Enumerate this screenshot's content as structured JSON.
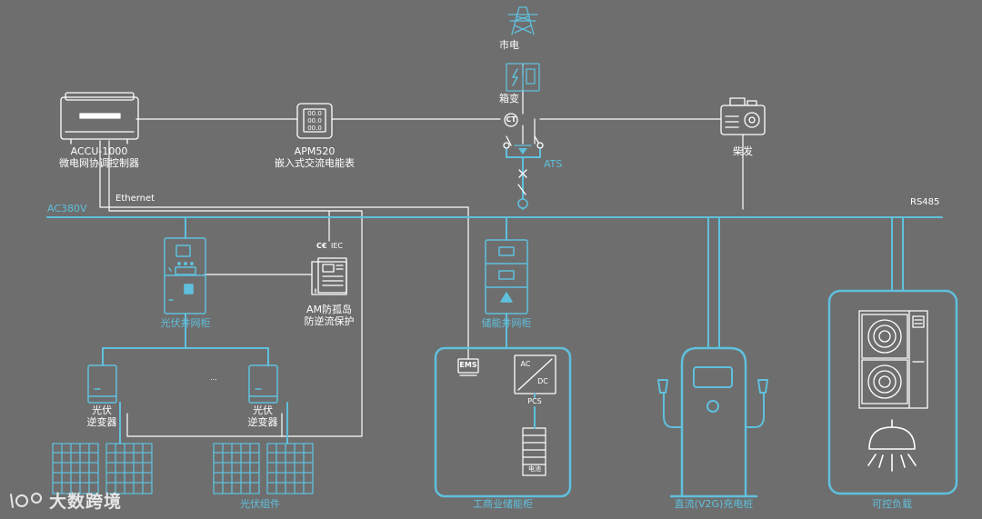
{
  "colors": {
    "background": "#6e6e6e",
    "accent": "#5fc0dd",
    "wire": "#ffffff"
  },
  "grid": {
    "label": "市电",
    "icon": "power-tower-icon"
  },
  "box_transformer": {
    "label": "箱变",
    "icon": "transformer-box-icon"
  },
  "ct": {
    "label": "CT"
  },
  "ats": {
    "label": "ATS"
  },
  "diesel": {
    "label": "柴发",
    "icon": "diesel-generator-icon"
  },
  "controller": {
    "model": "ACCU-1000",
    "name": "微电网协调控制器",
    "icon": "controller-device-icon"
  },
  "meter": {
    "model": "APM520",
    "name": "嵌入式交流电能表",
    "screen": [
      "00.0",
      "00.0",
      "00.0"
    ],
    "icon": "energy-meter-icon"
  },
  "ethernet": {
    "label": "Ethernet"
  },
  "bus": {
    "left_label": "AC380V",
    "right_label": "RS485"
  },
  "certification": {
    "label": "IEC"
  },
  "anti_islanding": {
    "line1": "AM防孤岛",
    "line2": "防逆流保护",
    "icon": "protection-device-icon"
  },
  "pv_cabinet": {
    "label": "光伏并网柜",
    "icon": "pv-grid-cabinet-icon"
  },
  "storage_cabinet_grid": {
    "label": "储能并网柜",
    "icon": "storage-grid-cabinet-icon"
  },
  "inverters": [
    {
      "line1": "光伏",
      "line2": "逆变器"
    },
    {
      "line1": "光伏",
      "line2": "逆变器"
    }
  ],
  "inverter_ellipsis": "...",
  "pv_modules": {
    "label": "光伏组件"
  },
  "storage": {
    "label": "工商业储能柜",
    "ems": "EMS",
    "ac": "AC",
    "dc": "DC",
    "pcs": "PCS",
    "battery": "电池"
  },
  "charger": {
    "label": "直流(V2G)充电桩",
    "icon": "ev-charger-icon"
  },
  "load": {
    "label": "可控负载",
    "icon": "controllable-load-icon"
  },
  "watermark": {
    "text": "大数跨境"
  }
}
